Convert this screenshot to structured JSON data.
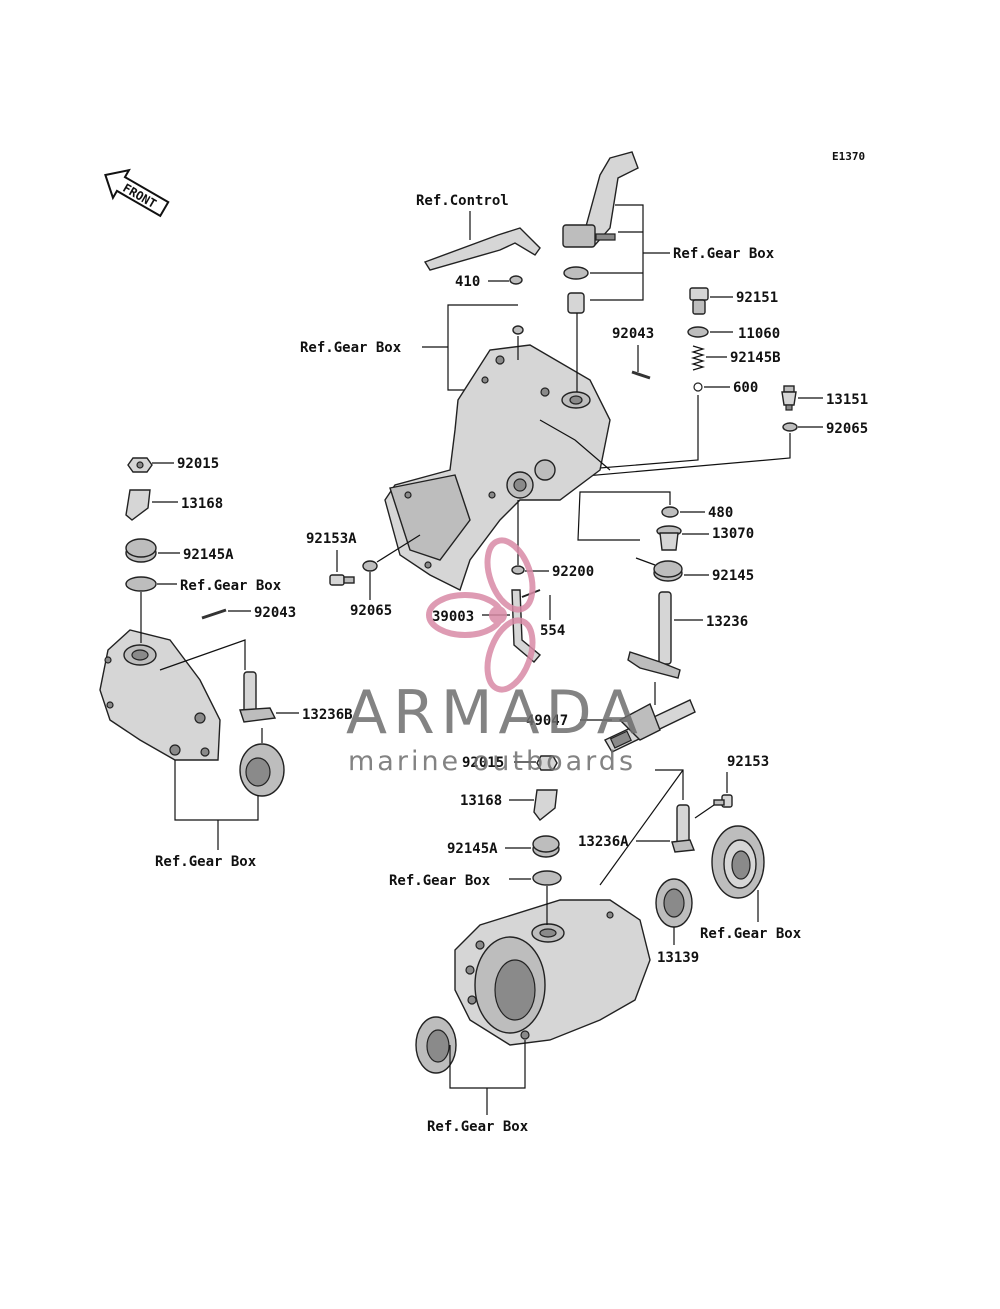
{
  "diagram_code": "E1370",
  "front_label": "FRONT",
  "labels": {
    "ref_control": "Ref.Control",
    "ref_gear_box": "Ref.Gear Box",
    "p410": "410",
    "p92151": "92151",
    "p11060": "11060",
    "p92145B": "92145B",
    "p600": "600",
    "p13151": "13151",
    "p92065": "92065",
    "p92043": "92043",
    "p480": "480",
    "p13070": "13070",
    "p92145": "92145",
    "p13236": "13236",
    "p92015": "92015",
    "p13168": "13168",
    "p92145A": "92145A",
    "p92153A": "92153A",
    "p92200": "92200",
    "p39003": "39003",
    "p554": "554",
    "p13236B": "13236B",
    "p49047": "49047",
    "p92153": "92153",
    "p13236A": "13236A",
    "p13139": "13139"
  },
  "watermark": {
    "brand": "ARMADA",
    "tagline": "marine outboards",
    "color": "#d98aa6"
  }
}
